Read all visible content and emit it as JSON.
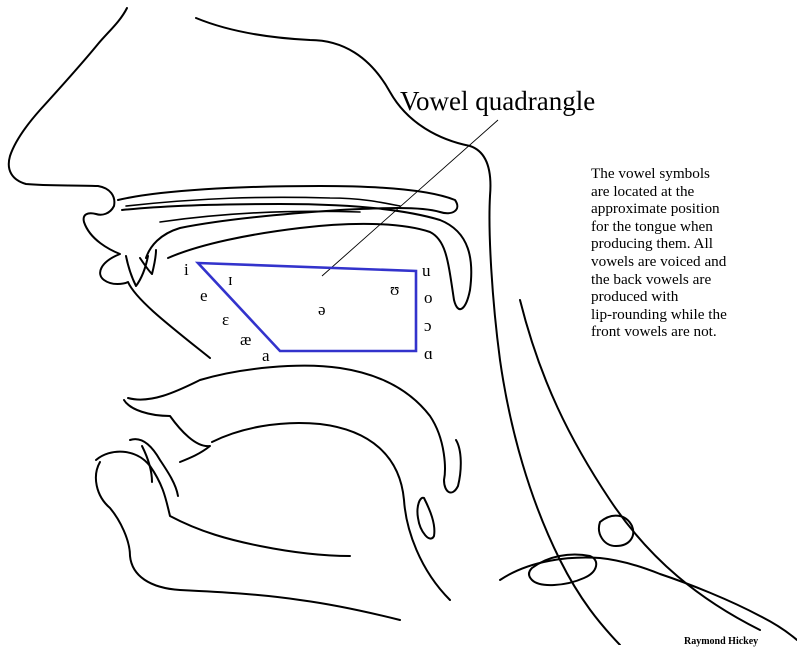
{
  "title": "Vowel quadrangle",
  "description_lines": [
    "The vowel symbols",
    "are located at the",
    "approximate position",
    "for the tongue when",
    "producing them. All",
    "vowels are voiced and",
    "the back vowels are",
    "produced with",
    "lip-rounding while the",
    "front vowels are not."
  ],
  "vowels": {
    "i": "i",
    "ih": "ɪ",
    "e": "e",
    "eh": "ɛ",
    "ae": "æ",
    "a": "a",
    "schwa": "ə",
    "u": "u",
    "uh": "ʊ",
    "o": "o",
    "oh": "ɔ",
    "ah": "ɑ"
  },
  "credit": "Raymond Hickey",
  "colors": {
    "quadrangle": "#3333cc",
    "line": "#000000",
    "background": "#ffffff"
  }
}
